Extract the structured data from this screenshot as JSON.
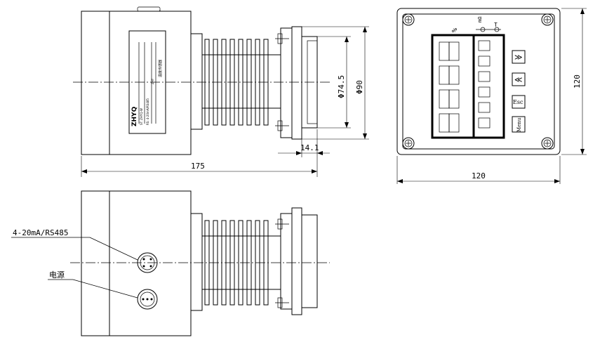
{
  "drawing": {
    "side_view": {
      "dim_length": "175",
      "dim_window_dia": "Φ74.5",
      "dim_flange_dia": "Φ90",
      "dim_flange_thickness": "14.1",
      "nameplate": {
        "logo": "ZHYQ",
        "product": "温度传感器",
        "lines": [
          "ST: ZHYQ-W",
          "RS: 4-20mA/RS485",
          "ZHY"
        ]
      }
    },
    "front_view": {
      "dim_width": "120",
      "dim_height": "120",
      "indicator_labels": [
        "%",
        "mΩ",
        "T"
      ],
      "buttons": {
        "up": "≫",
        "down": "≪",
        "esc": "Esc",
        "menu": "Menu"
      }
    },
    "bottom_view": {
      "label_signal": "4-20mA/RS485",
      "label_power": "电源"
    }
  }
}
